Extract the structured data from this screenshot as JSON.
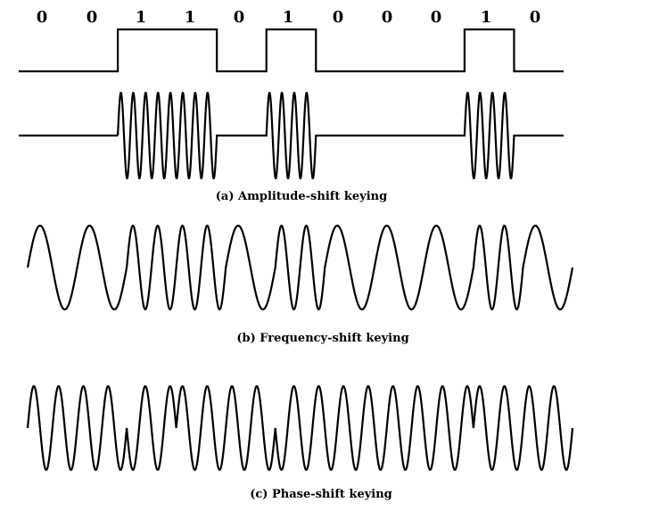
{
  "bits": [
    "0",
    "0",
    "1",
    "1",
    "0",
    "1",
    "0",
    "0",
    "0",
    "1",
    "0"
  ],
  "captions": {
    "ask": "(a) Amplitude-shift keying",
    "fsk": "(b) Frequency-shift keying",
    "psk": "(c) Phase-shift keying"
  },
  "colors": {
    "stroke": "#000000",
    "background": "#ffffff"
  }
}
